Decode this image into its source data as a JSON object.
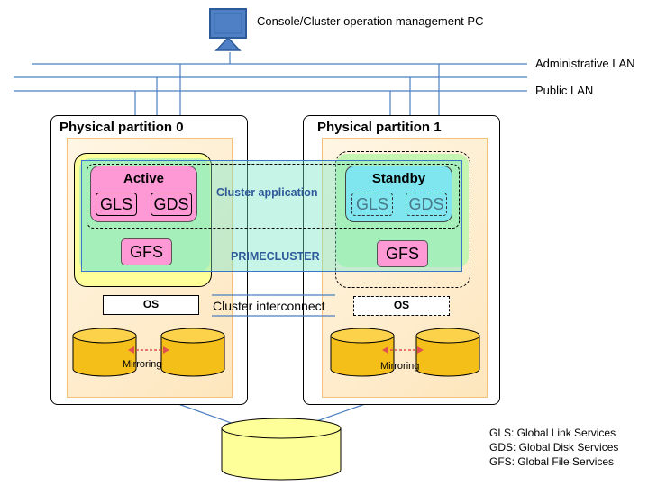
{
  "pc": {
    "label": "Console/Cluster operation management PC",
    "icon": "monitor-icon"
  },
  "networks": {
    "admin_lan": "Administrative LAN",
    "public_lan": "Public LAN"
  },
  "partitions": [
    {
      "title": "Physical partition 0",
      "app_state": "Active",
      "gls": "GLS",
      "gds": "GDS",
      "gfs": "GFS",
      "os": "OS",
      "mirroring": "Mirroring"
    },
    {
      "title": "Physical partition 1",
      "app_state": "Standby",
      "gls": "GLS",
      "gds": "GDS",
      "gfs": "GFS",
      "os": "OS",
      "mirroring": "Mirroring"
    }
  ],
  "cluster_application": "Cluster application",
  "primecluster": "PRIMECLUSTER",
  "cluster_interconnect": "Cluster interconnect",
  "legend": [
    "GLS: Global Link Services",
    "GDS: Global Disk Services",
    "GFS: Global File Services"
  ],
  "colors": {
    "pink": "#ff99d6",
    "cyan": "#7fe6ef",
    "green": "#c6f5b2",
    "yellow": "#ffff99",
    "disk": "#f5bf1a",
    "lan": "#4a7fc0"
  }
}
